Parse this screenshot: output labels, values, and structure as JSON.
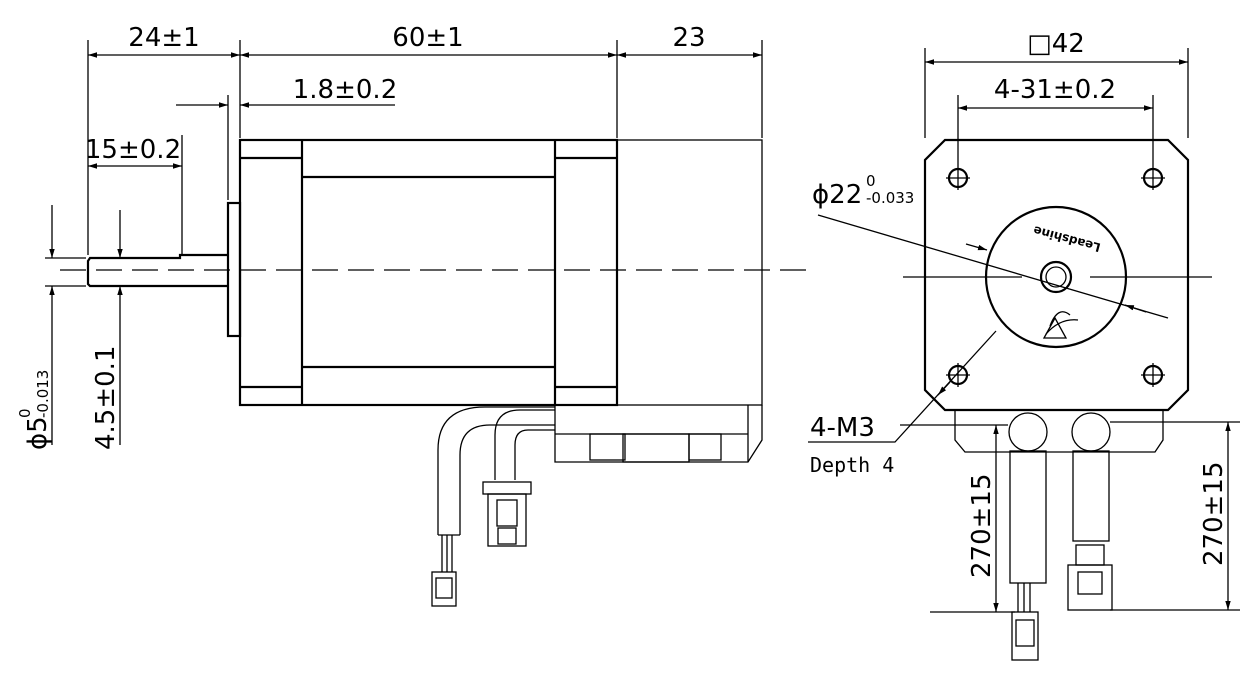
{
  "side_view": {
    "dim_shaft_length": "24±1",
    "dim_body_length": "60±1",
    "dim_driver_length": "23",
    "dim_boss_height": "1.8±0.2",
    "dim_flat_length": "15±0.2",
    "dim_shaft_dia_symbol": "ϕ5",
    "dim_shaft_dia_upper": "0",
    "dim_shaft_dia_lower": "-0.013",
    "dim_flat_depth": "4.5±0.1"
  },
  "front_view": {
    "dim_square": "□42",
    "dim_hole_spacing": "4-31±0.2",
    "dim_boss_dia_symbol": "ϕ22",
    "dim_boss_dia_upper": "0",
    "dim_boss_dia_lower": "-0.033",
    "brand_text": "Leadshine",
    "dim_thread": "4-M3",
    "dim_thread_depth": "Depth 4",
    "dim_cable_left": "270±15",
    "dim_cable_right": "270±15"
  }
}
